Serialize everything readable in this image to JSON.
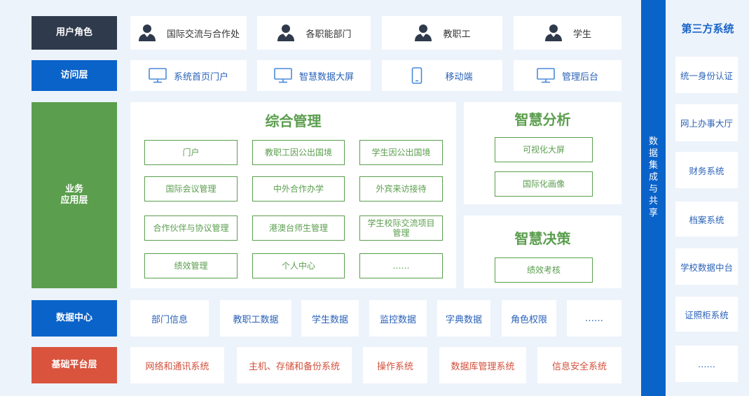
{
  "layers": {
    "user_roles": "用户角色",
    "access": "访问层",
    "business": [
      "业务",
      "应用层"
    ],
    "data_center": "数据中心",
    "infrastructure": "基础平台层"
  },
  "user_roles": [
    "国际交流与合作处",
    "各职能部门",
    "教职工",
    "学生"
  ],
  "access_items": [
    {
      "label": "系统首页门户",
      "icon": "monitor-icon"
    },
    {
      "label": "智慧数据大屏",
      "icon": "monitor-icon"
    },
    {
      "label": "移动端",
      "icon": "mobile-icon"
    },
    {
      "label": "管理后台",
      "icon": "monitor-icon"
    }
  ],
  "comprehensive": {
    "title": "综合管理",
    "items": [
      "门户",
      "教职工因公出国境",
      "学生因公出国境",
      "国际会议管理",
      "中外合作办学",
      "外宾来访接待",
      "合作伙伴与协议管理",
      "港澳台师生管理",
      "学生校际交流项目管理",
      "绩效管理",
      "个人中心",
      "……"
    ]
  },
  "analysis": {
    "title": "智慧分析",
    "items": [
      "可视化大屏",
      "国际化画像"
    ]
  },
  "decision": {
    "title": "智慧决策",
    "items": [
      "绩效考核"
    ]
  },
  "data_items": [
    "部门信息",
    "教职工数据",
    "学生数据",
    "监控数据",
    "字典数据",
    "角色权限",
    "……"
  ],
  "infra_items": [
    "网络和通讯系统",
    "主机、存储和备份系统",
    "操作系统",
    "数据库管理系统",
    "信息安全系统"
  ],
  "integration_bar": "数据集成与共享",
  "third_party": {
    "title": "第三方系统",
    "items": [
      "统一身份认证",
      "网上办事大厅",
      "财务系统",
      "档案系统",
      "学校数据中台",
      "证照柜系统",
      "……"
    ]
  },
  "colors": {
    "roles_label": "#2f3a4c",
    "access_label": "#0a63c9",
    "business_label": "#5b9e4e",
    "data_label": "#0a63c9",
    "infra_label": "#d9533d",
    "integration_bar": "#0a63c9"
  }
}
